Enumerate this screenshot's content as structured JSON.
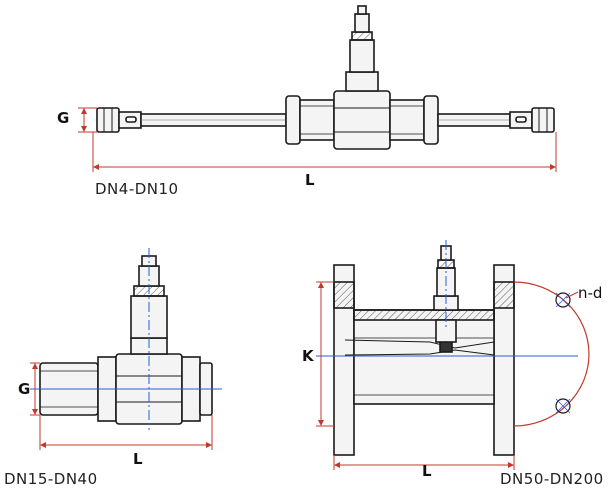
{
  "views": {
    "top": {
      "caption": "DN4-DN10",
      "dim_height": "G",
      "dim_length": "L"
    },
    "bottom_left": {
      "caption": "DN15-DN40",
      "dim_height": "G",
      "dim_length": "L"
    },
    "bottom_right": {
      "caption": "DN50-DN200",
      "dim_height": "K",
      "dim_length": "L",
      "bolt_label": "n-d"
    }
  },
  "colors": {
    "outline": "#1a1a1a",
    "dimension": "#c0392b",
    "centerline": "#2a5bd7",
    "fill": "#f4f4f4"
  }
}
